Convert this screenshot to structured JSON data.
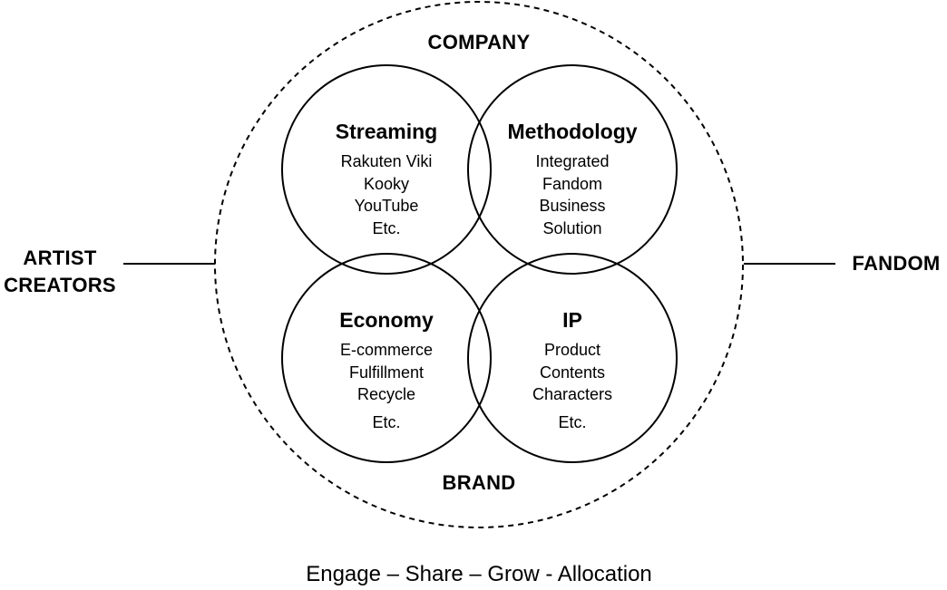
{
  "outer": {
    "top_label": "COMPANY",
    "bottom_label": "BRAND",
    "left_label_line1": "ARTIST",
    "left_label_line2": "CREATORS",
    "right_label": "FANDOM"
  },
  "circles": [
    {
      "title": "Streaming",
      "items": [
        "Rakuten Viki",
        "Kooky",
        "YouTube",
        "Etc."
      ]
    },
    {
      "title": "Methodology",
      "items": [
        "Integrated",
        "Fandom",
        "Business",
        "Solution"
      ]
    },
    {
      "title": "Economy",
      "items": [
        "E-commerce",
        "Fulfillment",
        "Recycle",
        "Etc."
      ]
    },
    {
      "title": "IP",
      "items": [
        "Product",
        "Contents",
        "Characters",
        "Etc."
      ]
    }
  ],
  "footer": "Engage – Share – Grow - Allocation",
  "colors": {
    "stroke": "#000000",
    "text": "#000000",
    "background": "#ffffff"
  }
}
